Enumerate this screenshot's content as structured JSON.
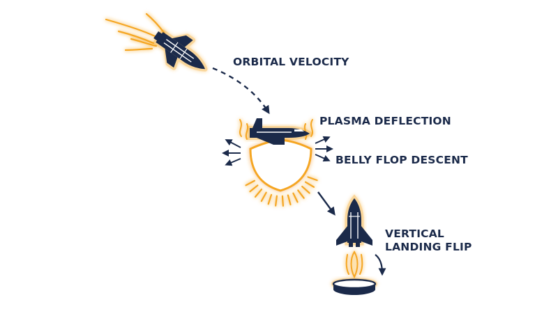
{
  "stages": [
    {
      "id": "orbital",
      "label": "ORBITAL VELOCITY"
    },
    {
      "id": "plasma",
      "label": "PLASMA DEFLECTION"
    },
    {
      "id": "bellyflop",
      "label": "BELLY FLOP DESCENT"
    },
    {
      "id": "landing",
      "label_line1": "VERTICAL",
      "label_line2": "LANDING FLIP"
    }
  ],
  "colors": {
    "navy": "#1b2a4a",
    "glow": "#f5a623",
    "glow_light": "#fde2b0"
  },
  "icons": [
    "shuttle-icon",
    "heat-shield-icon",
    "rocket-icon",
    "landing-pad-icon",
    "arrow-icon"
  ]
}
